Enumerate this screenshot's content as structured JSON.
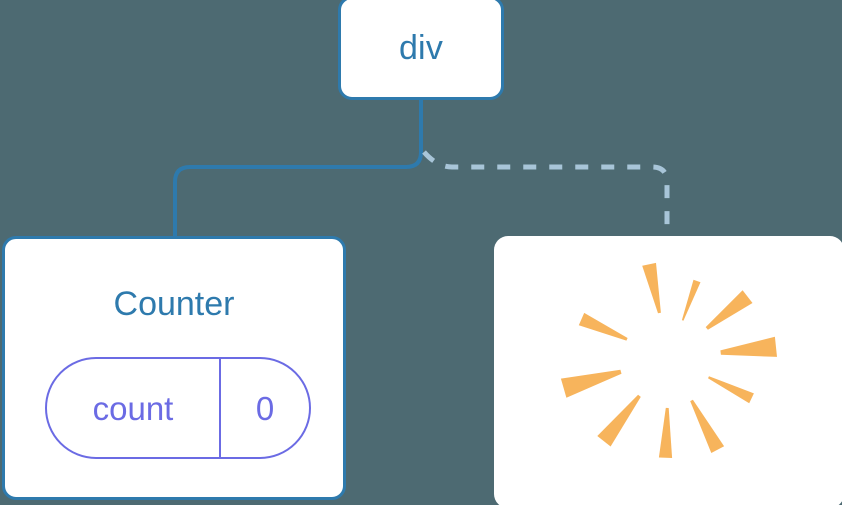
{
  "diagram": {
    "title": "component-tree-with-state-update-burst",
    "background_color": "#4d6a72",
    "accent_blue": "#2e7aad",
    "state_purple": "#6b6be4",
    "burst_orange": "#f7b45c",
    "dashed_connector_color": "#a8c5d8"
  },
  "nodes": {
    "root": {
      "label": "div",
      "kind": "dom-element"
    },
    "counter": {
      "title": "Counter",
      "kind": "component",
      "state": {
        "key": "count",
        "value": "0"
      }
    },
    "burst": {
      "kind": "render-burst",
      "ray_count": 10,
      "label": ""
    }
  },
  "connectors": [
    {
      "name": "root-to-counter",
      "style": "solid",
      "color": "#2e7aad"
    },
    {
      "name": "root-to-burst",
      "style": "dashed",
      "color": "#a8c5d8"
    }
  ],
  "burst_rays": [
    {
      "angle": -102,
      "inner": 46,
      "outer": 96,
      "half_width_deg": 4.2
    },
    {
      "angle": -70,
      "inner": 40,
      "outer": 82,
      "half_width_deg": 2.6
    },
    {
      "angle": -38,
      "inner": 48,
      "outer": 100,
      "half_width_deg": 4.6
    },
    {
      "angle": -6,
      "inner": 52,
      "outer": 108,
      "half_width_deg": 5.4
    },
    {
      "angle": 26,
      "inner": 44,
      "outer": 92,
      "half_width_deg": 3.4
    },
    {
      "angle": 62,
      "inner": 48,
      "outer": 104,
      "half_width_deg": 4.0
    },
    {
      "angle": 92,
      "inner": 50,
      "outer": 100,
      "half_width_deg": 3.8
    },
    {
      "angle": 128,
      "inner": 48,
      "outer": 106,
      "half_width_deg": 4.6
    },
    {
      "angle": 164,
      "inner": 50,
      "outer": 110,
      "half_width_deg": 5.2
    },
    {
      "angle": 204,
      "inner": 46,
      "outer": 96,
      "half_width_deg": 4.0
    }
  ]
}
